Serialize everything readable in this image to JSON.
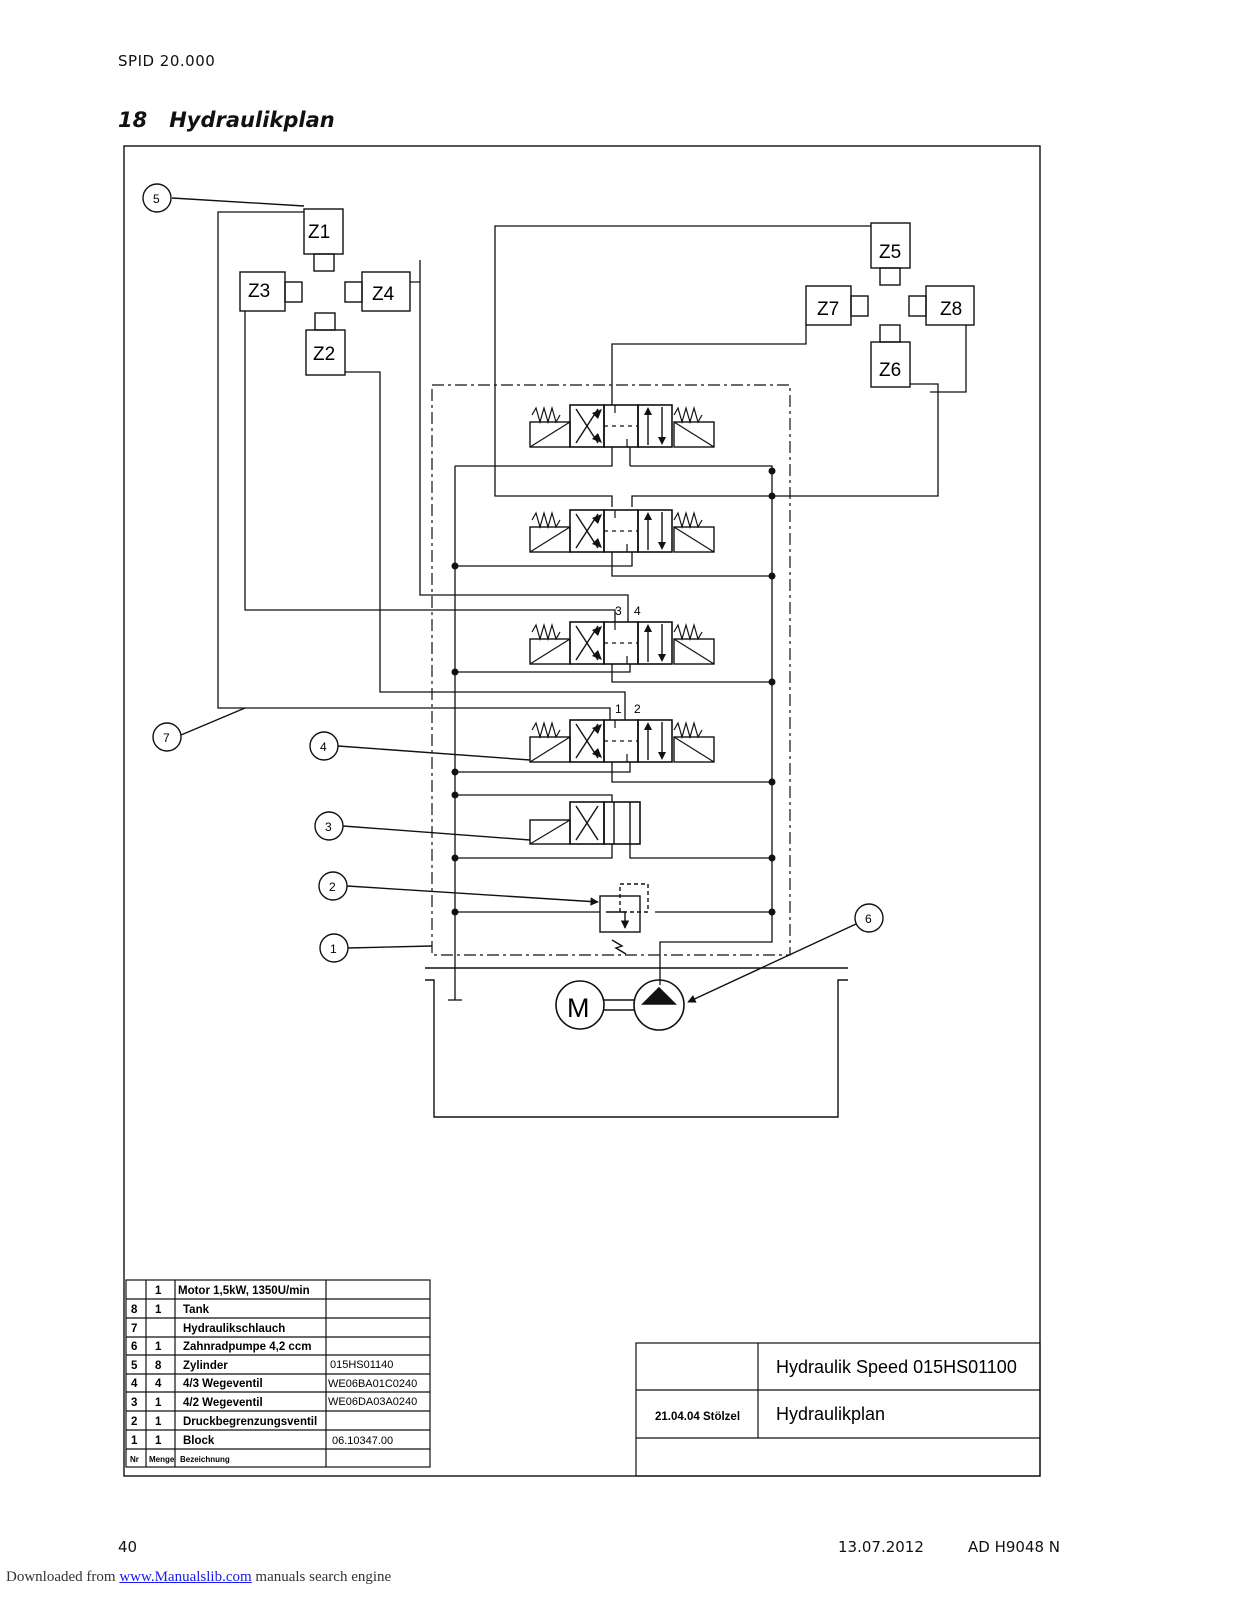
{
  "header": {
    "doc_id": "SPID 20.000"
  },
  "section": {
    "number": "18",
    "title": "Hydraulikplan"
  },
  "diagram": {
    "cylinders": [
      "Z1",
      "Z2",
      "Z3",
      "Z4",
      "Z5",
      "Z6",
      "Z7",
      "Z8"
    ],
    "callouts": [
      "1",
      "2",
      "3",
      "4",
      "5",
      "6",
      "7"
    ],
    "port_labels": [
      "3",
      "4",
      "1",
      "2"
    ],
    "motor_symbol": "M",
    "spring_symbol": "WW"
  },
  "parts_table": {
    "rows": [
      {
        "nr": "",
        "qty": "1",
        "name": "Motor 1,5kW, 1350U/min",
        "code": ""
      },
      {
        "nr": "8",
        "qty": "1",
        "name": "Tank",
        "code": ""
      },
      {
        "nr": "7",
        "qty": "",
        "name": "Hydraulikschlauch",
        "code": ""
      },
      {
        "nr": "6",
        "qty": "1",
        "name": "Zahnradpumpe 4,2 ccm",
        "code": ""
      },
      {
        "nr": "5",
        "qty": "8",
        "name": "Zylinder",
        "code": "015HS01140"
      },
      {
        "nr": "4",
        "qty": "4",
        "name": "4/3 Wegeventil",
        "code": "WE06BA01C0240"
      },
      {
        "nr": "3",
        "qty": "1",
        "name": "4/2 Wegeventil",
        "code": "WE06DA03A0240"
      },
      {
        "nr": "2",
        "qty": "1",
        "name": "Druckbegrenzungsventil",
        "code": ""
      },
      {
        "nr": "1",
        "qty": "1",
        "name": "Block",
        "code": "06.10347.00"
      }
    ],
    "header": {
      "nr": "Nr",
      "qty": "Menge",
      "name": "Bezeichnung"
    }
  },
  "title_block": {
    "product": "Hydraulik Speed 015HS01100",
    "date_author": "21.04.04 Stölzel",
    "drawing_title": "Hydraulikplan"
  },
  "footer": {
    "page": "40",
    "date": "13.07.2012",
    "doc_ref": "AD H9048 N",
    "download_prefix": "Downloaded from",
    "download_link": "www.Manualslib.com",
    "download_suffix": " manuals search engine"
  }
}
